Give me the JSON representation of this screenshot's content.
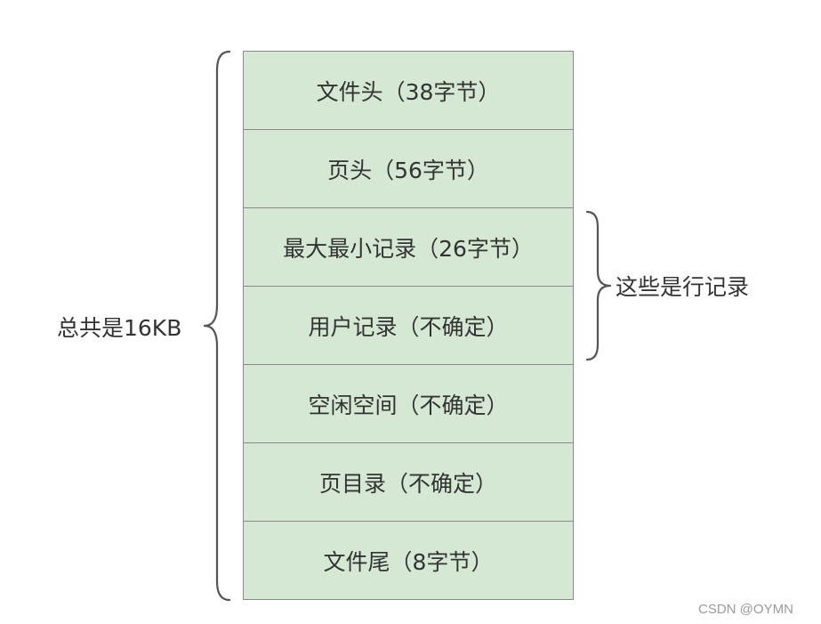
{
  "diagram": {
    "blocks": [
      {
        "label": "文件头（38字节）"
      },
      {
        "label": "页头（56字节）"
      },
      {
        "label": "最大最小记录（26字节）"
      },
      {
        "label": "用户记录（不确定）"
      },
      {
        "label": "空闲空间（不确定）"
      },
      {
        "label": "页目录（不确定）"
      },
      {
        "label": "文件尾（8字节）"
      }
    ],
    "left_brace_label": "总共是16KB",
    "right_brace_label": "这些是行记录",
    "fill_color": "#d5e8d4",
    "border_color": "#8a8a8a"
  },
  "watermark": "CSDN @OYMN"
}
